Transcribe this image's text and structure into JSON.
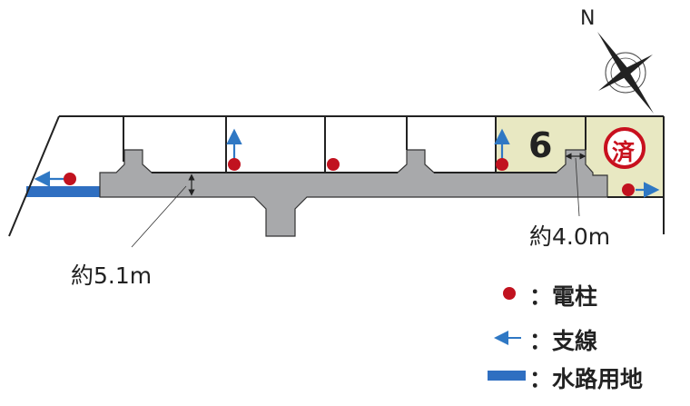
{
  "compass": {
    "north_label": "N"
  },
  "lots": [
    {
      "number": "6",
      "highlight_color": "#e8e8c2"
    },
    {
      "status": "済",
      "status_color": "#c8101e",
      "highlight_color": "#e8e8c2"
    }
  ],
  "measurements": {
    "road_width": "約5.1m",
    "access_width": "約4.0m"
  },
  "legend": [
    {
      "symbol": "pole-dot",
      "label": "：電柱"
    },
    {
      "symbol": "guy-wire-arrow",
      "label": "：支線"
    },
    {
      "symbol": "waterway-bar",
      "label": "：水路用地"
    }
  ],
  "colors": {
    "road": "#a8a9ab",
    "pole": "#c1121f",
    "arrow": "#2f78c4",
    "waterway": "#2f6fc1"
  }
}
